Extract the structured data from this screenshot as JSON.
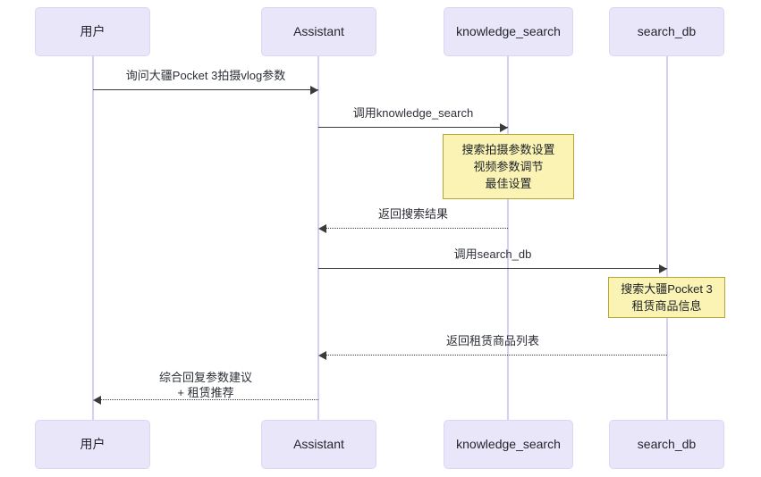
{
  "diagram": {
    "type": "sequence-diagram",
    "background_color": "#ffffff",
    "participant_fill": "#EAE6FA",
    "participant_border": "#DCD5F5",
    "lifeline_color": "#D7CEF2",
    "note_fill": "#FAF3B4",
    "note_border": "#B5A634",
    "line_color": "#3b3b3b"
  },
  "participants": [
    {
      "id": "user",
      "label": "用户"
    },
    {
      "id": "assistant",
      "label": "Assistant"
    },
    {
      "id": "knowledge_search",
      "label": "knowledge_search"
    },
    {
      "id": "search_db",
      "label": "search_db"
    }
  ],
  "participants_bottom": [
    {
      "id": "user",
      "label": "用户"
    },
    {
      "id": "assistant",
      "label": "Assistant"
    },
    {
      "id": "knowledge_search",
      "label": "knowledge_search"
    },
    {
      "id": "search_db",
      "label": "search_db"
    }
  ],
  "messages": [
    {
      "id": "m1",
      "label": "询问大疆Pocket 3拍摄vlog参数",
      "from": "user",
      "to": "assistant",
      "style": "solid",
      "direction": "right"
    },
    {
      "id": "m2",
      "label": "调用knowledge_search",
      "from": "assistant",
      "to": "knowledge_search",
      "style": "solid",
      "direction": "right"
    },
    {
      "id": "m3",
      "label": "返回搜索结果",
      "from": "knowledge_search",
      "to": "assistant",
      "style": "dotted",
      "direction": "left"
    },
    {
      "id": "m4",
      "label": "调用search_db",
      "from": "assistant",
      "to": "search_db",
      "style": "solid",
      "direction": "right"
    },
    {
      "id": "m5",
      "label": "返回租赁商品列表",
      "from": "search_db",
      "to": "assistant",
      "style": "dotted",
      "direction": "left"
    },
    {
      "id": "m6",
      "label": "综合回复参数建议\n+ 租赁推荐",
      "from": "assistant",
      "to": "user",
      "style": "dotted",
      "direction": "left"
    }
  ],
  "notes": [
    {
      "id": "n1",
      "over": "knowledge_search",
      "label": "搜索拍摄参数设置\n视频参数调节\n最佳设置"
    },
    {
      "id": "n2",
      "over": "search_db",
      "label": "搜索大疆Pocket 3\n租赁商品信息"
    }
  ]
}
